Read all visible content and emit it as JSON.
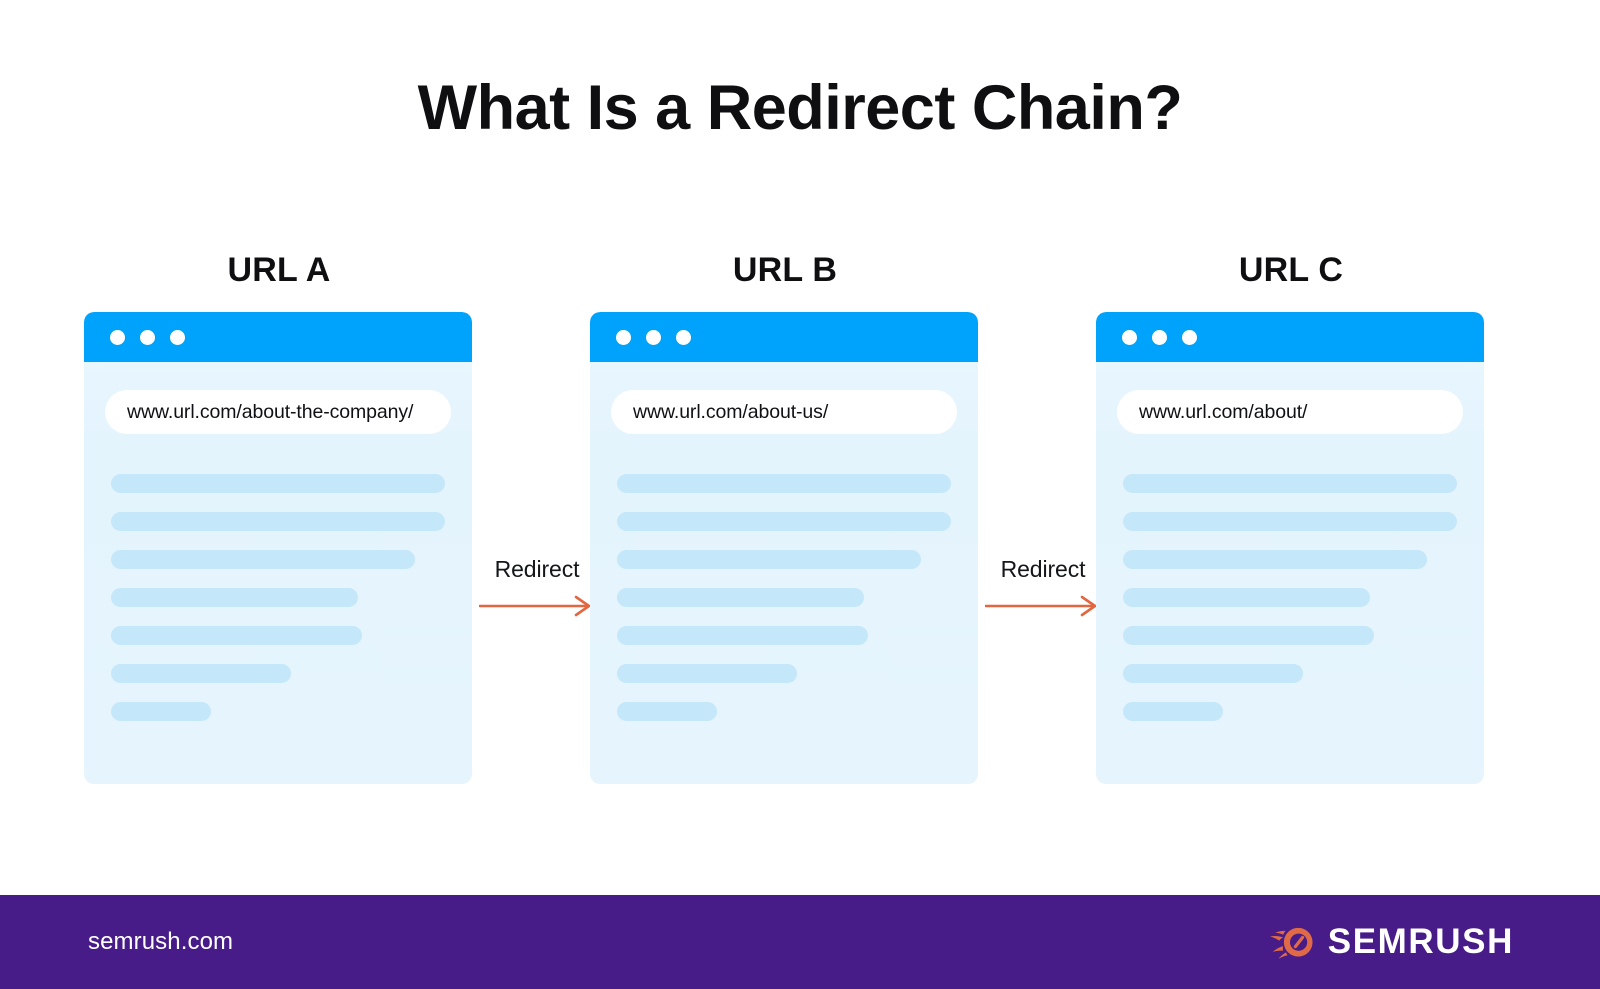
{
  "title": "What Is a Redirect Chain?",
  "colors": {
    "background": "#ffffff",
    "browser_bar": "#00a3fb",
    "card_body": "#e4f4fd",
    "placeholder_line": "#c5e7fa",
    "arrow": "#e2663f",
    "footer_bg": "#471b88",
    "brand_mark": "#e06a45",
    "text": "#0f0f12"
  },
  "cards": [
    {
      "label": "URL A",
      "url": "www.url.com/about-the-company/",
      "dots": [
        "window-dot",
        "window-dot",
        "window-dot"
      ],
      "line_widths": [
        100,
        100,
        91,
        74,
        75,
        54,
        30
      ]
    },
    {
      "label": "URL B",
      "url": "www.url.com/about-us/",
      "dots": [
        "window-dot",
        "window-dot",
        "window-dot"
      ],
      "line_widths": [
        100,
        100,
        91,
        74,
        75,
        54,
        30
      ]
    },
    {
      "label": "URL C",
      "url": "www.url.com/about/",
      "dots": [
        "window-dot",
        "window-dot",
        "window-dot"
      ],
      "line_widths": [
        100,
        100,
        91,
        74,
        75,
        54,
        30
      ]
    }
  ],
  "connectors": [
    {
      "label": "Redirect"
    },
    {
      "label": "Redirect"
    }
  ],
  "footer": {
    "site": "semrush.com",
    "brand": "SEMRUSH"
  }
}
